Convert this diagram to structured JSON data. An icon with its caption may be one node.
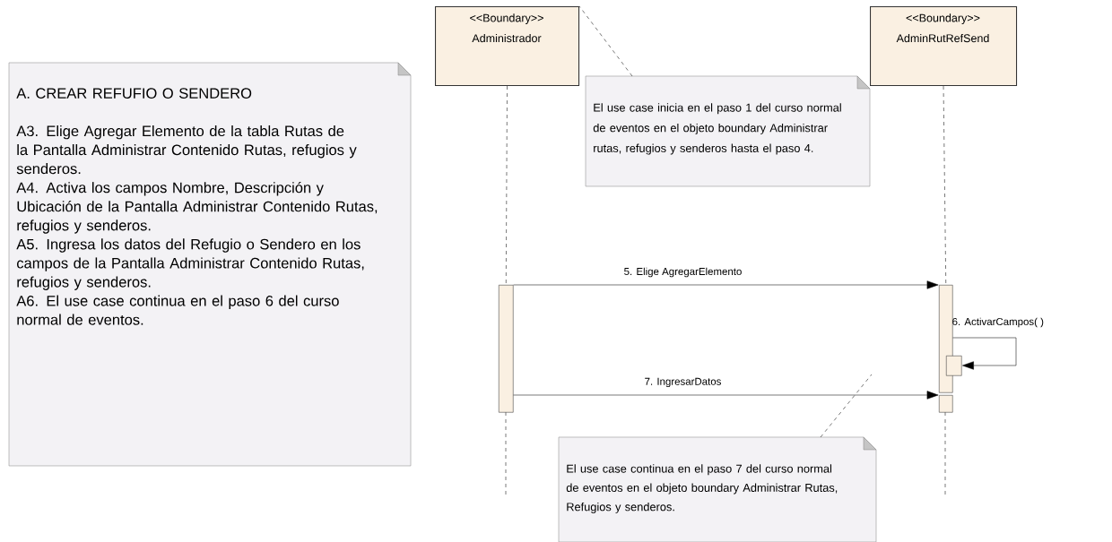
{
  "diagram": {
    "nodes": [
      {
        "text": [
          "A. CREAR REFUFIO O SENDERO",
          "A3. Elige Agregar Elemento de la tabla Rutas de la Pantalla Administrar Contenido Rutas, refugios y senderos.",
          "A4. Activa los campos Nombre, Descripción y Ubicación de la Pantalla Administrar Contenido Rutas, refugios y senderos.",
          "A5. Ingresa los datos del Refugio o Sendero en los campos de la Pantalla Administrar Contenido Rutas, refugios y senderos.",
          "A6. El use case continua en el paso 6 del curso normal de eventos."
        ]
      },
      {
        "text": [
          "<<Boundary>>",
          "Administrador"
        ]
      },
      {
        "text": [
          "<<Boundary>>",
          "AdminRutRefSend"
        ]
      },
      {
        "text": [
          "El use case inicia en el paso 1 del curso normal de eventos en el objeto boundary Administrar rutas, refugios y senderos hasta el paso 4."
        ]
      },
      {
        "text": [],
        "shape": "bar"
      },
      {
        "text": [],
        "shape": "bar"
      },
      {
        "text": [],
        "shape": "bar"
      },
      {
        "text": [],
        "shape": "bar"
      },
      {
        "text": [
          "El use case continua en el paso 7 del curso normal de eventos en el objeto boundary Administrar Rutas, Refugios y senderos."
        ]
      }
    ],
    "edges": [
      {
        "from": 1,
        "to": 4,
        "arrow": "none",
        "style": "dashed"
      },
      {
        "from": 2,
        "to": 5,
        "arrow": "none",
        "style": "dashed"
      },
      {
        "from": 4,
        "to": 5,
        "arrow": "to",
        "label": "5. Elige AgregarElemento"
      },
      {
        "from": 5,
        "to": 6,
        "arrow": "to",
        "label": "6. ActivarCampos( )"
      },
      {
        "from": 4,
        "to": 7,
        "arrow": "to",
        "label": "7. IngresarDatos"
      },
      {
        "from": 3,
        "to": 1,
        "arrow": "none",
        "style": "dashed"
      },
      {
        "from": 8,
        "to": null,
        "arrow": "none",
        "style": "dashed"
      }
    ]
  }
}
